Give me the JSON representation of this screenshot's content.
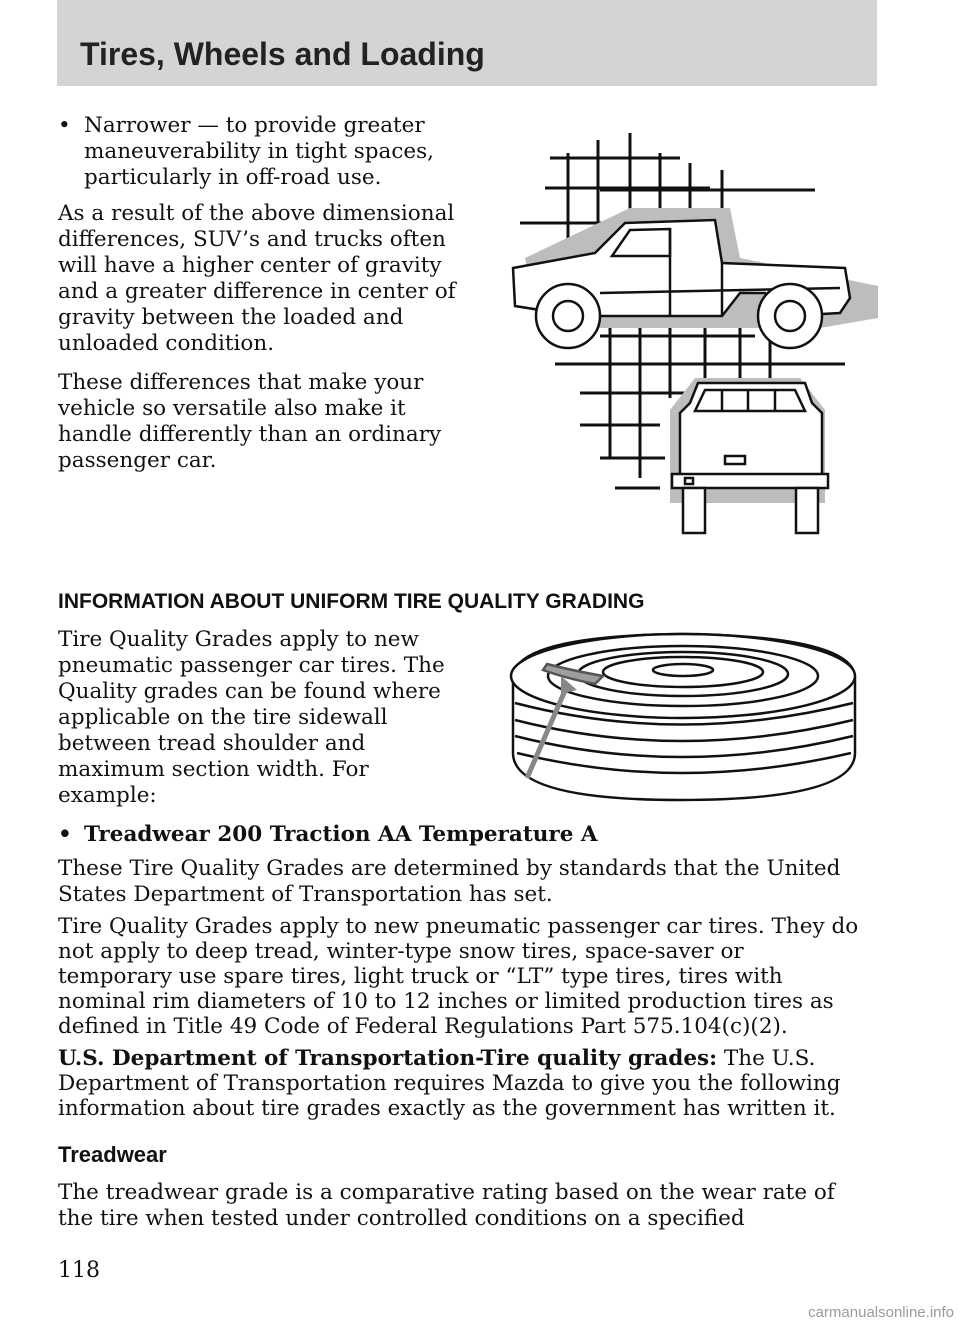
{
  "header": {
    "title": "Tires, Wheels and Loading"
  },
  "intro": {
    "bullet_lines": [
      "Narrower — to provide greater",
      "maneuverability in tight spaces,",
      "particularly in off-road use."
    ],
    "para1_lines": [
      "As a result of the above dimensional",
      "differences, SUV’s and trucks often",
      "will have a higher center of gravity",
      "and a greater difference in center of",
      "gravity between the loaded and",
      "unloaded condition."
    ],
    "para2_lines": [
      "These differences that make your",
      "vehicle so versatile also make it",
      "handle differently than an ordinary",
      "passenger car."
    ]
  },
  "grading": {
    "heading": "INFORMATION ABOUT UNIFORM TIRE QUALITY GRADING",
    "para1_lines": [
      "Tire Quality Grades apply to new",
      "pneumatic passenger car tires. The",
      "Quality grades can be found where",
      "applicable on the tire sidewall",
      "between tread shoulder and",
      "maximum section width. For",
      "example:"
    ],
    "bullet_example": "Treadwear 200 Traction AA Temperature A",
    "para2_lines": [
      "These Tire Quality Grades are determined by standards that the United",
      "States Department of Transportation has set."
    ],
    "para3_lines": [
      "Tire Quality Grades apply to new pneumatic passenger car tires. They do",
      "not apply to deep tread, winter-type snow tires, space-saver or",
      "temporary use spare tires, light truck or “LT” type tires, tires with",
      "nominal rim diameters of 10 to 12 inches or limited production tires as",
      "defined in Title 49 Code of Federal Regulations Part 575.104(c)(2)."
    ],
    "dot_bold": "U.S. Department of Transportation-Tire quality grades:",
    "dot_lines": [
      " The U.S.",
      "Department of Transportation requires Mazda to give you the following",
      "information about tire grades exactly as the government has written it."
    ]
  },
  "treadwear": {
    "heading": "Treadwear",
    "lines": [
      "The treadwear grade is a comparative rating based on the wear rate of",
      "the tire when tested under controlled conditions on a specified"
    ]
  },
  "footer": {
    "page_number": "118",
    "watermark": "carmanualsonline.info"
  }
}
